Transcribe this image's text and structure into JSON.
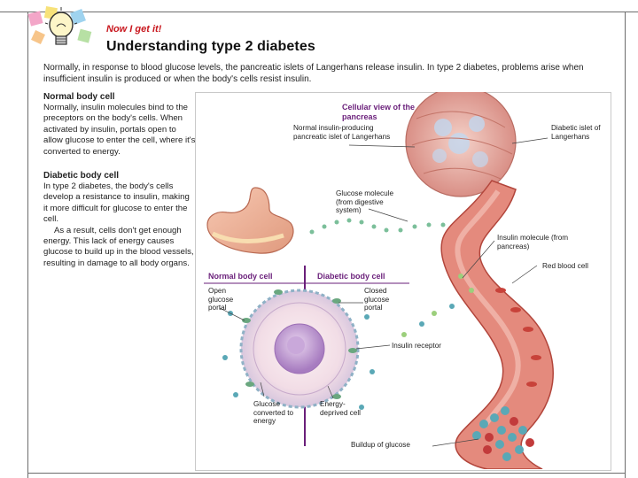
{
  "header": {
    "tag": "Now I get it!",
    "title": "Understanding type 2 diabetes"
  },
  "intro": "Normally, in response to blood glucose levels, the pancreatic islets of Langerhans release insulin. In type 2 diabetes, problems arise when insufficient insulin is produced or when the body's cells resist insulin.",
  "sidebar": {
    "normal_heading": "Normal body cell",
    "normal_text": "Normally, insulin molecules bind to the preceptors on the body's cells. When activated by insulin, portals open to allow glucose to enter the cell, where it's converted to energy.",
    "diabetic_heading": "Diabetic body cell",
    "diabetic_text_1": "In type 2 diabetes, the body's cells develop a resistance to insulin, making it more difficult for glucose to enter the cell.",
    "diabetic_text_2": "As a result, cells don't get enough energy. This lack of energy causes glucose to build up in the blood vessels, resulting in damage to all body organs."
  },
  "figure": {
    "cellular_view_title": "Cellular view of the pancreas",
    "normal_islet": "Normal insulin-producing pancreatic islet of Langerhans",
    "diabetic_islet": "Diabetic islet of Langerhans",
    "glucose_molecule": "Glucose molecule (from digestive system)",
    "insulin_molecule": "Insulin molecule (from pancreas)",
    "red_blood_cell": "Red blood cell",
    "normal_cell_head": "Normal body cell",
    "diabetic_cell_head": "Diabetic body cell",
    "open_portal": "Open glucose portal",
    "closed_portal": "Closed glucose portal",
    "insulin_receptor": "Insulin receptor",
    "glucose_converted": "Glucose converted to energy",
    "energy_deprived": "Energy-deprived cell",
    "buildup": "Buildup of glucose"
  },
  "colors": {
    "accent_red": "#c8171e",
    "heading_purple": "#6a1f7a",
    "vessel": "#d9655a",
    "glucose": "#5aa8b6",
    "insulin": "#9ccf7c"
  }
}
